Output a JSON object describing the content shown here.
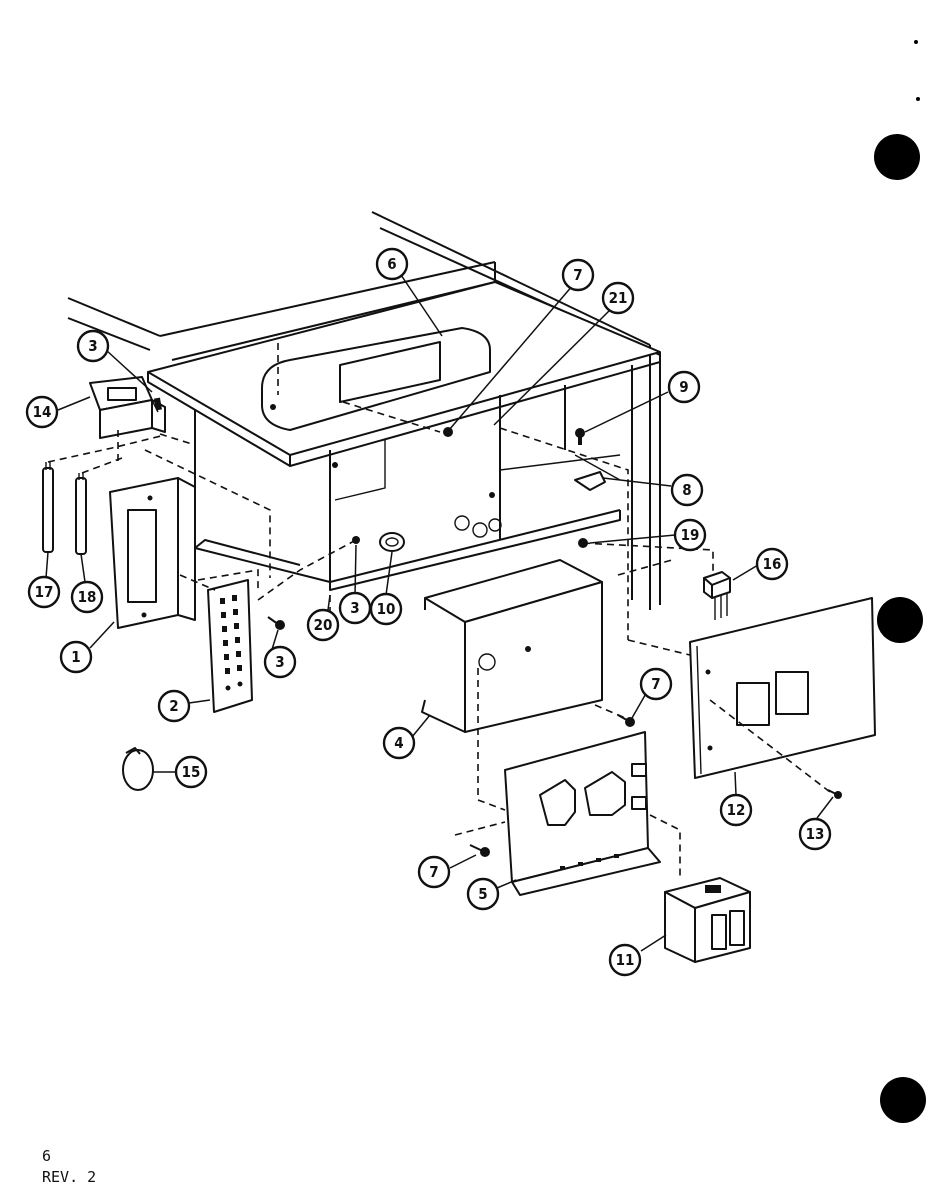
{
  "page": {
    "page_number": "6",
    "revision": "REV. 2"
  },
  "callouts": [
    {
      "id": "c1",
      "label": "1"
    },
    {
      "id": "c2",
      "label": "2"
    },
    {
      "id": "c3a",
      "label": "3"
    },
    {
      "id": "c3b",
      "label": "3"
    },
    {
      "id": "c3c",
      "label": "3"
    },
    {
      "id": "c4",
      "label": "4"
    },
    {
      "id": "c5",
      "label": "5"
    },
    {
      "id": "c6",
      "label": "6"
    },
    {
      "id": "c7a",
      "label": "7"
    },
    {
      "id": "c7b",
      "label": "7"
    },
    {
      "id": "c7c",
      "label": "7"
    },
    {
      "id": "c8",
      "label": "8"
    },
    {
      "id": "c9",
      "label": "9"
    },
    {
      "id": "c10",
      "label": "10"
    },
    {
      "id": "c11",
      "label": "11"
    },
    {
      "id": "c12",
      "label": "12"
    },
    {
      "id": "c13",
      "label": "13"
    },
    {
      "id": "c14",
      "label": "14"
    },
    {
      "id": "c15",
      "label": "15"
    },
    {
      "id": "c16",
      "label": "16"
    },
    {
      "id": "c17",
      "label": "17"
    },
    {
      "id": "c18",
      "label": "18"
    },
    {
      "id": "c19",
      "label": "19"
    },
    {
      "id": "c20",
      "label": "20"
    },
    {
      "id": "c21",
      "label": "21"
    }
  ]
}
